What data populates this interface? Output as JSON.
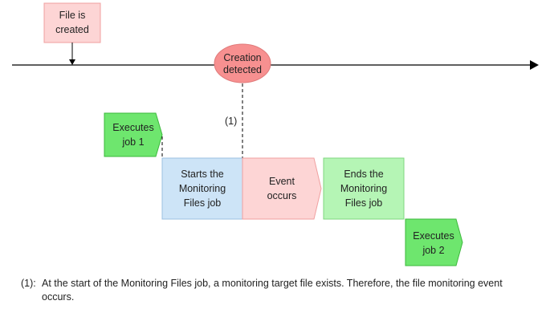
{
  "diagram": {
    "file_created": [
      "File is",
      "created"
    ],
    "creation_detected": [
      "Creation",
      "detected"
    ],
    "marker": "(1)",
    "executes_job1": [
      "Executes",
      "job 1"
    ],
    "starts_monitoring": [
      "Starts the",
      "Monitoring",
      "Files job"
    ],
    "event_occurs": [
      "Event",
      "occurs"
    ],
    "ends_monitoring": [
      "Ends the",
      "Monitoring",
      "Files job"
    ],
    "executes_job2": [
      "Executes",
      "job 2"
    ]
  },
  "note": {
    "mark": "(1):",
    "text": "At the start of the Monitoring Files job, a monitoring target file exists. Therefore, the file monitoring event occurs."
  },
  "colors": {
    "pink_fill": "#fdd5d5",
    "pink_stroke": "#f0a0a0",
    "ellipse_fill": "#f79090",
    "green_fill": "#6ee66e",
    "green_stroke": "#3cb83c",
    "light_green_fill": "#b5f5b5",
    "blue_fill": "#cde4f7",
    "blue_stroke": "#9cc0e0"
  }
}
